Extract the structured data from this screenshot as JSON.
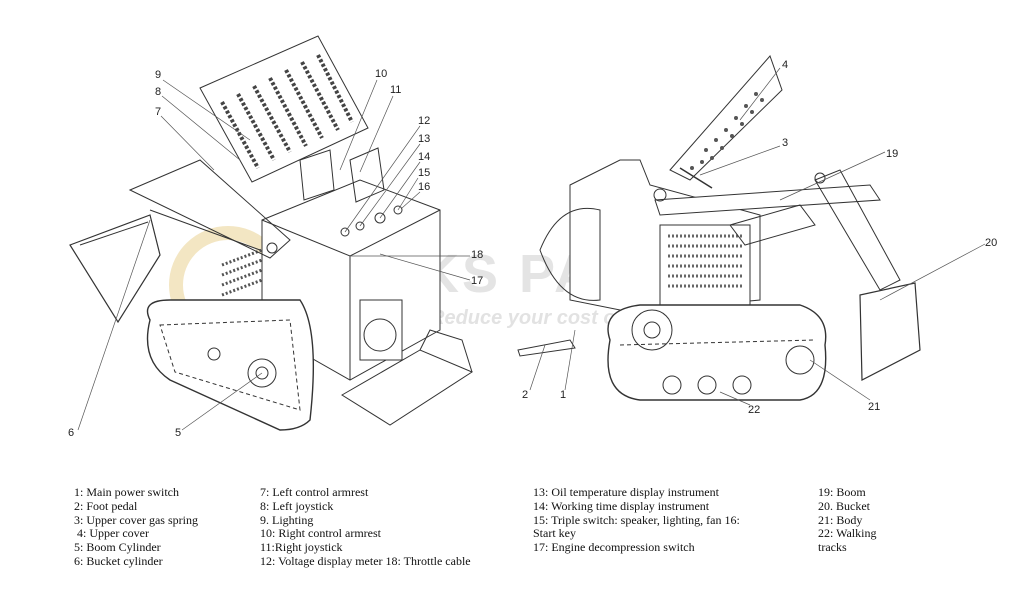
{
  "watermark": {
    "brand": "LUCKS PARTS",
    "tagline": "Reduce your cost on earthmoving parts"
  },
  "callouts": {
    "left": [
      "9",
      "8",
      "7",
      "10",
      "11",
      "12",
      "13",
      "14",
      "15",
      "16",
      "18",
      "17",
      "6",
      "5"
    ],
    "right": [
      "4",
      "3",
      "19",
      "20",
      "2",
      "1",
      "22",
      "21"
    ]
  },
  "legend": {
    "col1": [
      "1: Main power switch",
      "2: Foot pedal",
      "3: Upper cover gas spring",
      " 4: Upper cover",
      "5: Boom Cylinder",
      "6: Bucket cylinder"
    ],
    "col2": [
      "7: Left control armrest",
      "8: Left joystick",
      "9. Lighting",
      "10: Right control armrest",
      "11:Right joystick",
      "12: Voltage display meter 18: Throttle cable"
    ],
    "col3": [
      "13: Oil temperature display instrument",
      "14: Working time display instrument",
      "15: Triple switch: speaker, lighting, fan 16:",
      "Start key",
      "17: Engine decompression switch"
    ],
    "col4": [
      "19: Boom",
      "20. Bucket",
      "21: Body",
      "22: Walking",
      "tracks"
    ]
  },
  "colors": {
    "line": "#333333",
    "watermark": "#cfcfcf",
    "logo_ring": "#f3e6c3"
  }
}
